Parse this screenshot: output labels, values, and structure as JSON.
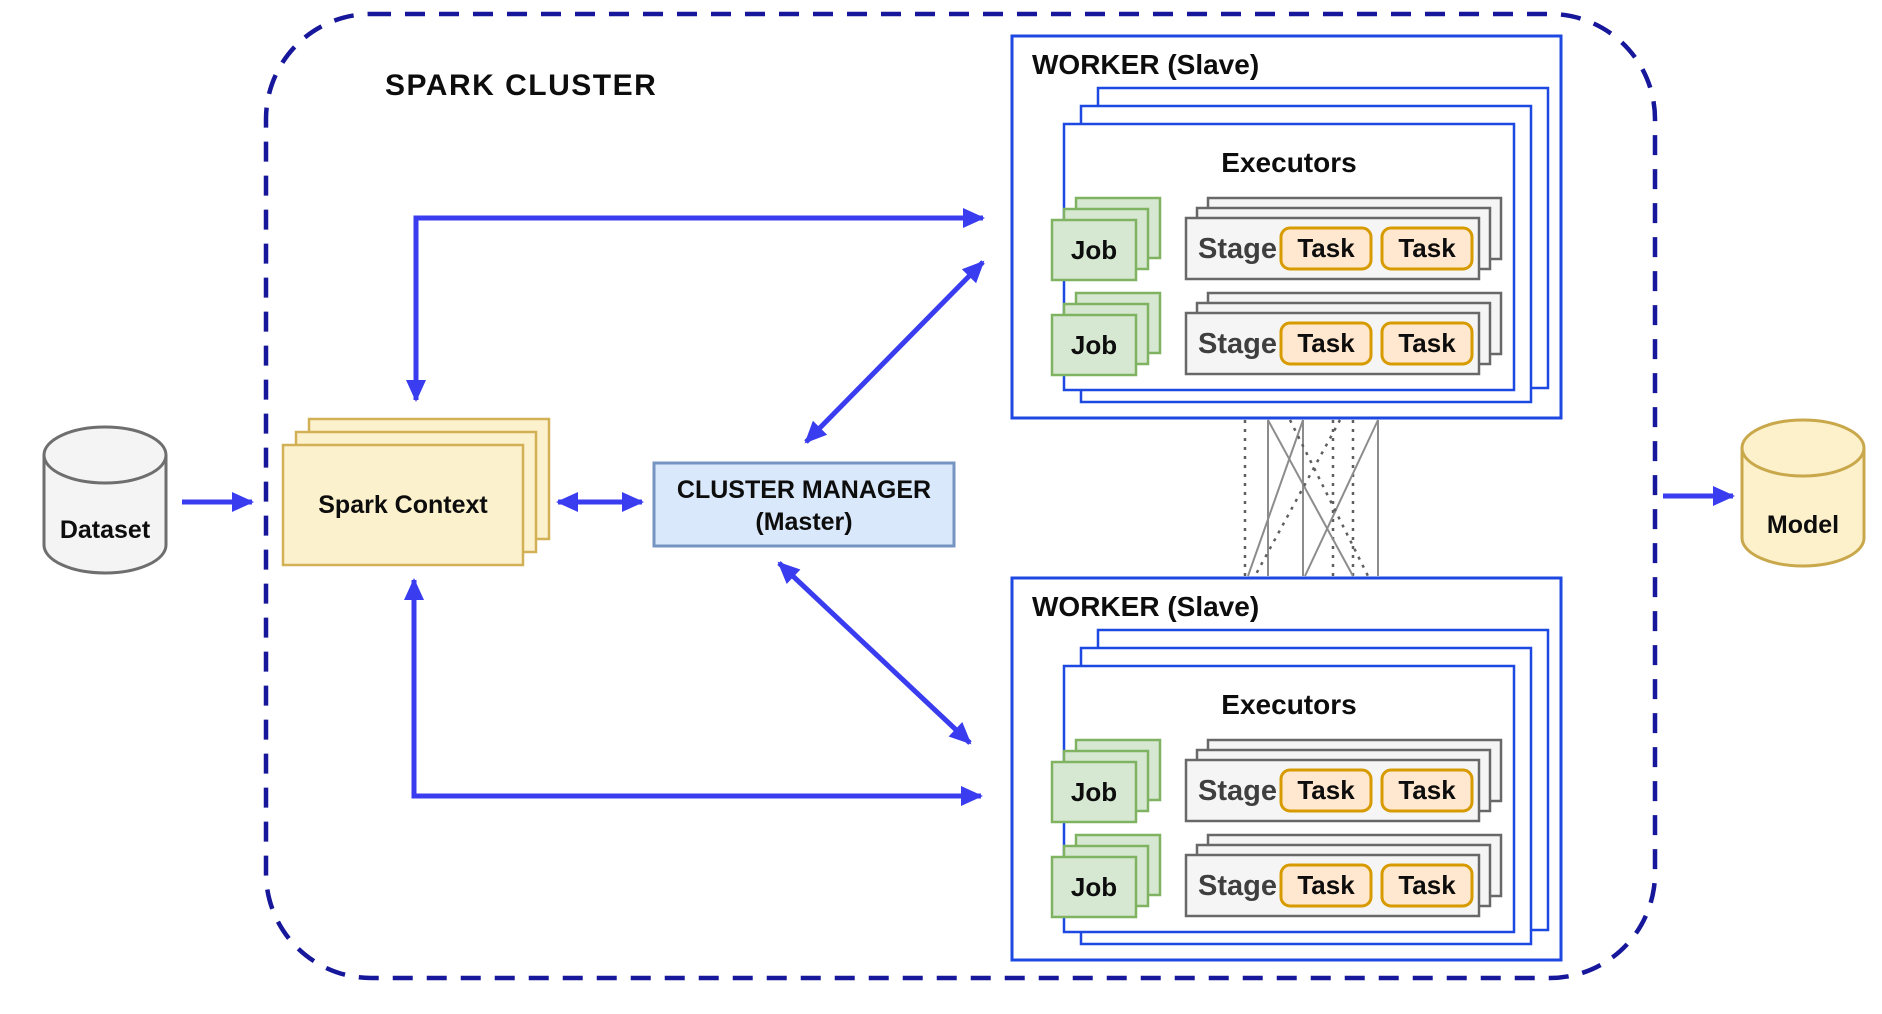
{
  "diagram": {
    "cluster_title": "SPARK CLUSTER",
    "nodes": {
      "dataset": {
        "label": "Dataset"
      },
      "model": {
        "label": "Model"
      },
      "spark_context": {
        "label": "Spark Context"
      },
      "cluster_manager": {
        "line1": "CLUSTER MANAGER",
        "line2": "(Master)"
      }
    },
    "workers": [
      {
        "label": "WORKER (Slave)",
        "executors_label": "Executors",
        "rows": [
          {
            "job": "Job",
            "stage": "Stage",
            "tasks": [
              "Task",
              "Task"
            ]
          },
          {
            "job": "Job",
            "stage": "Stage",
            "tasks": [
              "Task",
              "Task"
            ]
          }
        ]
      },
      {
        "label": "WORKER (Slave)",
        "executors_label": "Executors",
        "rows": [
          {
            "job": "Job",
            "stage": "Stage",
            "tasks": [
              "Task",
              "Task"
            ]
          },
          {
            "job": "Job",
            "stage": "Stage",
            "tasks": [
              "Task",
              "Task"
            ]
          }
        ]
      }
    ],
    "edges": [
      {
        "from": "dataset",
        "to": "spark-cluster",
        "arrows": "end"
      },
      {
        "from": "spark-context",
        "to": "worker-1",
        "arrows": "both",
        "shape": "elbow-top"
      },
      {
        "from": "spark-context",
        "to": "worker-2",
        "arrows": "both",
        "shape": "elbow-bottom"
      },
      {
        "from": "spark-context",
        "to": "cluster-manager",
        "arrows": "both"
      },
      {
        "from": "cluster-manager",
        "to": "worker-1",
        "arrows": "both"
      },
      {
        "from": "cluster-manager",
        "to": "worker-2",
        "arrows": "both"
      },
      {
        "from": "worker-1",
        "to": "worker-2",
        "arrows": "none",
        "shape": "shuffle-lines"
      },
      {
        "from": "spark-cluster",
        "to": "model",
        "arrows": "end"
      }
    ],
    "colors": {
      "arrow_blue": "#3a3cf0",
      "cluster_border_navy": "#17179b",
      "worker_border_blue": "#1e48e2",
      "spark_context_fill": "#fcf1cd",
      "spark_context_border": "#d2b156",
      "cluster_manager_fill": "#d9e8fa",
      "cluster_manager_border": "#7594c1",
      "job_fill": "#d6e8d2",
      "job_border": "#7fb362",
      "stage_fill": "#f5f5f5",
      "stage_border": "#686868",
      "task_fill": "#ffe8cf",
      "task_border": "#d79b00",
      "dataset_fill": "#f4f4f4",
      "model_fill": "#fdf1cb"
    }
  }
}
